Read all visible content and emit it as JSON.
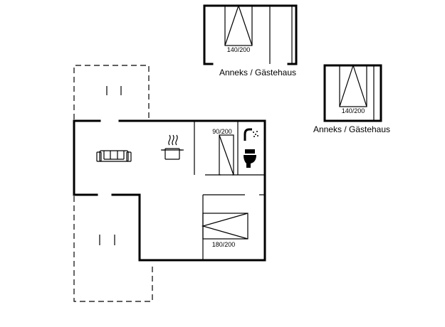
{
  "rooms": {
    "annex_top": {
      "name": "Anneks / Gästehaus",
      "bed": "140/200"
    },
    "annex_right": {
      "name": "Anneks / Gästehaus",
      "bed": "140/200"
    },
    "main": {
      "single_bed": "90/200",
      "double_bed": "180/200"
    }
  },
  "icons": [
    "sofa-icon",
    "cooking-pot-icon",
    "shower-icon",
    "toilet-icon"
  ]
}
